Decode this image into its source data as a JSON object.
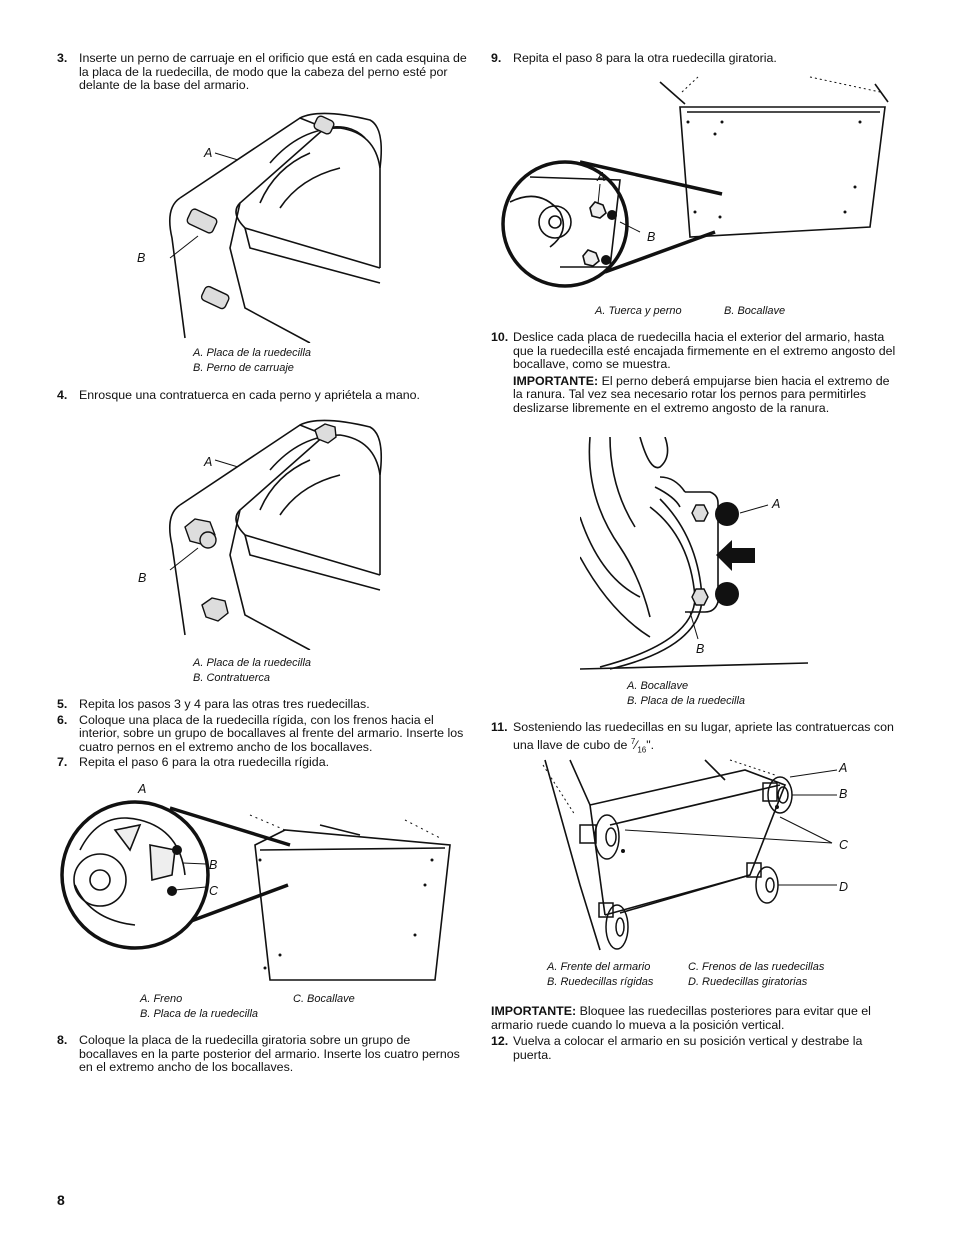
{
  "page_number": "8",
  "steps": {
    "s3": {
      "num": "3.",
      "text": "Inserte un perno de carruaje en el orificio que está en cada esquina de la placa de la ruedecilla, de modo que la cabeza del perno esté por delante de la base del armario."
    },
    "s4": {
      "num": "4.",
      "text": "Enrosque una contratuerca en cada perno y apriétela a mano."
    },
    "s5": {
      "num": "5.",
      "text": "Repita los pasos 3 y 4 para las otras tres ruedecillas."
    },
    "s6": {
      "num": "6.",
      "text": "Coloque una placa de la ruedecilla rígida, con los frenos hacia el interior, sobre un grupo de bocallaves al frente del armario. Inserte los cuatro pernos en el extremo ancho de los bocallaves."
    },
    "s7": {
      "num": "7.",
      "text": "Repita el paso 6 para la otra ruedecilla rígida."
    },
    "s8": {
      "num": "8.",
      "text": "Coloque la placa de la ruedecilla giratoria sobre un grupo de bocallaves en la parte posterior del armario. Inserte los cuatro pernos en el extremo ancho de los bocallaves."
    },
    "s9": {
      "num": "9.",
      "text": "Repita el paso 8 para la otra ruedecilla giratoria."
    },
    "s10": {
      "num": "10.",
      "text": "Deslice cada placa de ruedecilla hacia el exterior del armario, hasta que la ruedecilla esté encajada firmemente en el extremo angosto del bocallave, como se muestra.",
      "important_label": "IMPORTANTE:",
      "important_text": " El perno deberá empujarse bien hacia el extremo de la ranura. Tal vez sea necesario rotar los pernos para permitirles deslizarse libremente en el extremo angosto de la ranura."
    },
    "s11": {
      "num": "11.",
      "text": "Sosteniendo las ruedecillas en su lugar, apriete las contratuercas con una llave de cubo de ",
      "frac_num": "7",
      "frac_den": "16",
      "after": "\"."
    },
    "s12": {
      "num": "12.",
      "text": "Vuelva a colocar el armario en su posición vertical y destrabe la puerta."
    }
  },
  "important_final": {
    "label": "IMPORTANTE:",
    "text": " Bloquee las ruedecillas posteriores para evitar que el armario ruede cuando lo mueva a la posición vertical."
  },
  "figures": {
    "f3": {
      "labels": [
        "A",
        "B"
      ],
      "captions": [
        "A. Placa de la ruedecilla",
        "B. Perno de carruaje"
      ]
    },
    "f4": {
      "labels": [
        "A",
        "B"
      ],
      "captions": [
        "A. Placa de la ruedecilla",
        "B. Contratuerca"
      ]
    },
    "f6": {
      "labels": [
        "A",
        "B",
        "C"
      ],
      "captions": [
        "A. Freno",
        "B. Placa de la ruedecilla",
        "C. Bocallave"
      ]
    },
    "f9": {
      "labels": [
        "A",
        "B"
      ],
      "captions": [
        "A. Tuerca y perno",
        "B. Bocallave"
      ]
    },
    "f10": {
      "labels": [
        "A",
        "B"
      ],
      "captions": [
        "A. Bocallave",
        "B. Placa de la ruedecilla"
      ]
    },
    "f11": {
      "labels": [
        "A",
        "B",
        "C",
        "D"
      ],
      "captions": [
        "A. Frente del armario",
        "B. Ruedecillas rígidas",
        "C. Frenos de las ruedecillas",
        "D. Ruedecillas giratorias"
      ]
    }
  }
}
